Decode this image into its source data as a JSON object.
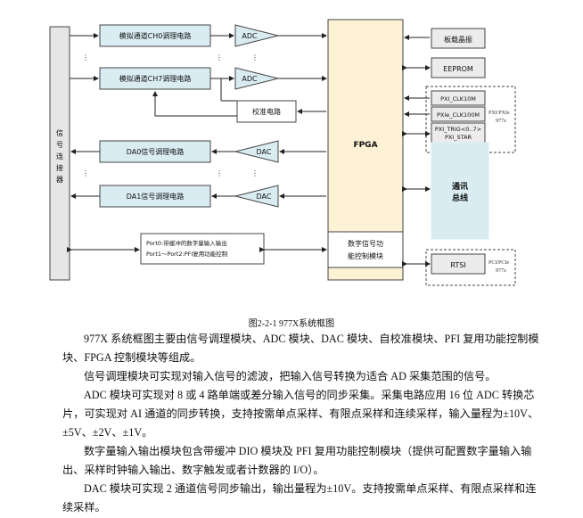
{
  "diagram": {
    "connector": "信号连接器",
    "ch0": "模拟通道CH0调理电路",
    "ch7": "模拟通道CH7调理电路",
    "adc": "ADC",
    "calib": "校准电路",
    "fpga": "FPGA",
    "dao": "DA0信号调理电路",
    "da1": "DA1信号调理电路",
    "dac": "DAC",
    "port_line1": "Port0:带缓冲的数字量输入输出",
    "port_line2": "Port1～Port2:PFI复用功能控制",
    "dio_line1": "数字信号功",
    "dio_line2": "能控制模块",
    "crystal": "板载晶振",
    "eeprom": "EEPROM",
    "pxi_clk10m": "PXI_CLK10M",
    "pxie_clk100m": "PXIe_CLK100M",
    "pxi_trig": "PXI_TRIG<0..7>",
    "pxi_star": "PXI_STAR",
    "pxi_slot_label1": "PXI/PXIe",
    "pxi_slot_label2": "977x",
    "bus_line1": "通讯",
    "bus_line2": "总线",
    "rtsi": "RTSI",
    "pci_label1": "PCI/PCIe",
    "pci_label2": "977x",
    "dots": "⋮"
  },
  "caption": "图2-2-1 977X系统框图",
  "paragraphs": [
    "977X 系统框图主要由信号调理模块、ADC 模块、DAC 模块、自校准模块、PFI 复用功能控制模块、FPGA 控制模块等组成。",
    "信号调理模块可实现对输入信号的滤波，把输入信号转换为适合 AD 采集范围的信号。",
    "ADC 模块可实现对 8 或 4 路单端或差分输入信号的同步采集。采集电路应用 16 位 ADC 转换芯片，可实现对 AI 通道的同步转换，支持按需单点采样、有限点采样和连续采样，输入量程为±10V、±5V、±2V、±1V。",
    "数字量输入输出模块包含带缓冲 DIO 模块及 PFI 复用功能控制模块（提供可配置数字量输入输出、采样时钟输入输出、数字触发或者计数器的 I/O）。",
    "DAC 模块可实现 2 通道信号同步输出，输出量程为±10V。支持按需单点采样、有限点采样和连续采样。"
  ]
}
